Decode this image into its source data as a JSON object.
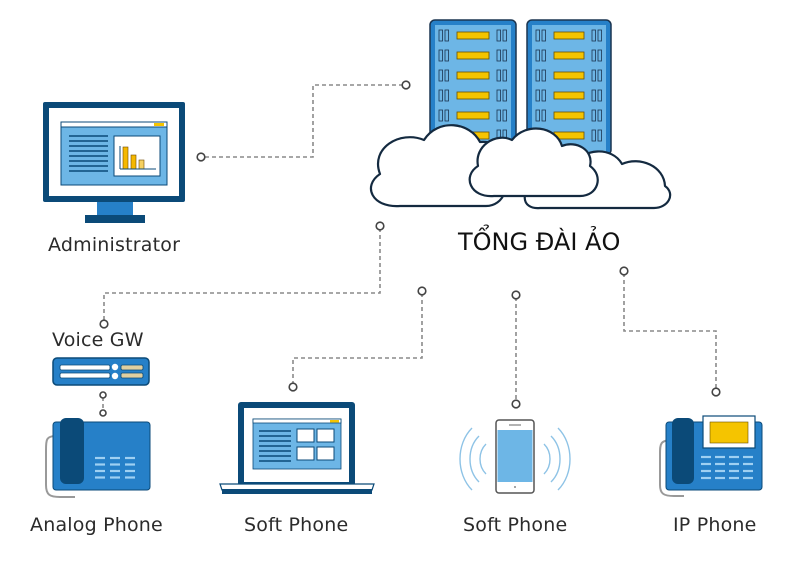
{
  "diagram": {
    "title": "TỔNG ĐÀI ẢO",
    "center_node": {
      "name": "virtual-pbx",
      "icon": "server-cloud-icon"
    },
    "nodes": [
      {
        "id": "administrator",
        "label": "Administrator",
        "icon": "desktop-monitor-icon"
      },
      {
        "id": "voice-gw",
        "label": "Voice GW",
        "icon": "gateway-device-icon"
      },
      {
        "id": "analog-phone",
        "label": "Analog Phone",
        "icon": "desk-phone-icon"
      },
      {
        "id": "soft-phone-laptop",
        "label": "Soft Phone",
        "icon": "laptop-icon"
      },
      {
        "id": "soft-phone-mobile",
        "label": "Soft Phone",
        "icon": "smartphone-icon"
      },
      {
        "id": "ip-phone",
        "label": "IP Phone",
        "icon": "ip-phone-icon"
      }
    ],
    "connections": [
      {
        "from": "administrator",
        "to": "virtual-pbx"
      },
      {
        "from": "voice-gw",
        "to": "virtual-pbx"
      },
      {
        "from": "voice-gw",
        "to": "analog-phone"
      },
      {
        "from": "soft-phone-laptop",
        "to": "virtual-pbx"
      },
      {
        "from": "soft-phone-mobile",
        "to": "virtual-pbx"
      },
      {
        "from": "ip-phone",
        "to": "virtual-pbx"
      }
    ]
  },
  "colors": {
    "dark_blue": "#0b4a78",
    "mid_blue": "#2680c8",
    "light_blue": "#6db6e6",
    "yellow": "#f5c400",
    "outline": "#1b2f45",
    "connector": "#777777"
  }
}
